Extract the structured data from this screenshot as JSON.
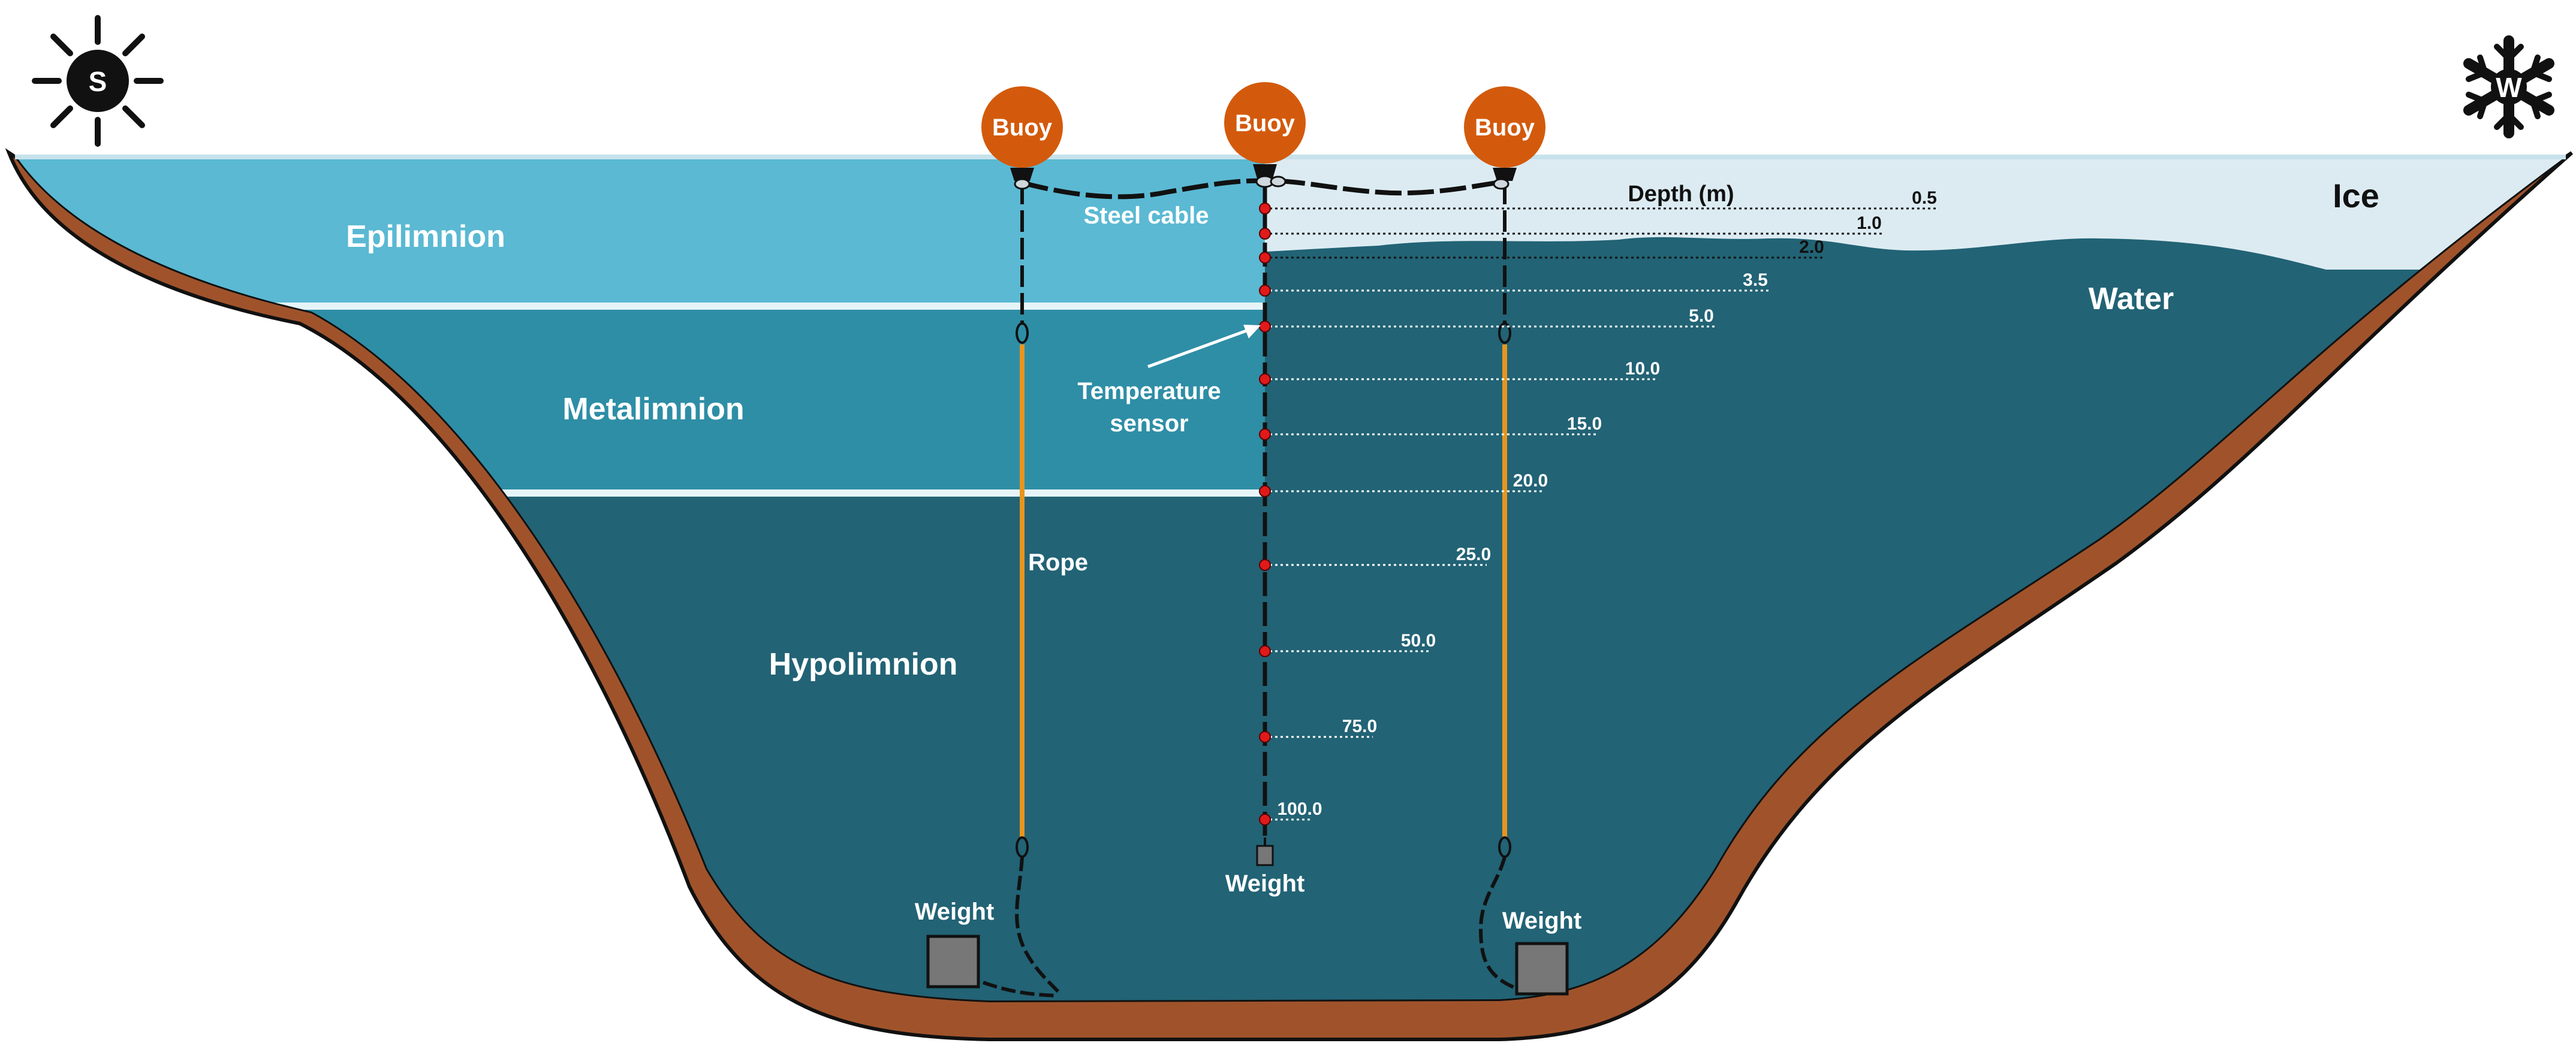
{
  "layers": {
    "epilimnion": "Epilimnion",
    "metalimnion": "Metalimnion",
    "hypolimnion": "Hypolimnion"
  },
  "labels": {
    "ice": "Ice",
    "water": "Water",
    "steel_cable": "Steel cable",
    "temperature_sensor_line1": "Temperature",
    "temperature_sensor_line2": "sensor",
    "rope": "Rope",
    "depth_title": "Depth (m)"
  },
  "buoys": [
    "Buoy",
    "Buoy",
    "Buoy"
  ],
  "weights": [
    "Weight",
    "Weight",
    "Weight"
  ],
  "icons": {
    "summer_letter": "S",
    "winter_letter": "W"
  },
  "depth_marks": [
    "0.5",
    "1.0",
    "2.0",
    "3.5",
    "5.0",
    "10.0",
    "15.0",
    "20.0",
    "25.0",
    "50.0",
    "75.0",
    "100.0"
  ],
  "colors": {
    "epilimnion": "#5bb9d3",
    "metalimnion": "#2e8ea6",
    "hypolimnion": "#226375",
    "ice": "#dcebf2",
    "sediment": "#a0532b",
    "buoy": "#d35a0c",
    "sensor": "#e01a1a",
    "rope": "#e8951e"
  }
}
